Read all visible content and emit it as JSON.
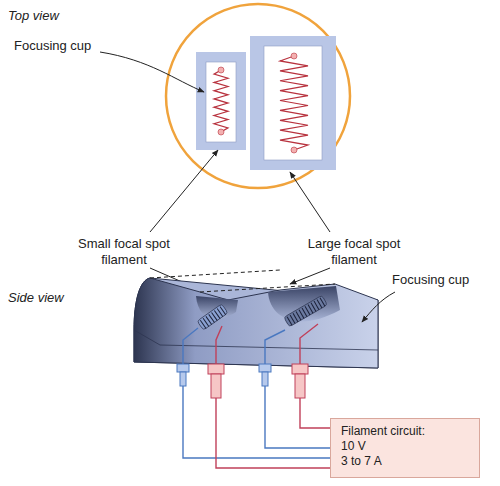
{
  "diagram": {
    "nodes": [
      {
        "text": [
          "Filament circuit:",
          "10 V",
          "3 to 7 A"
        ]
      }
    ],
    "labels": [
      "Top view",
      "Focusing cup",
      "Small focal spot filament",
      "Large focal spot filament",
      "Side view",
      "Focusing cup"
    ]
  }
}
